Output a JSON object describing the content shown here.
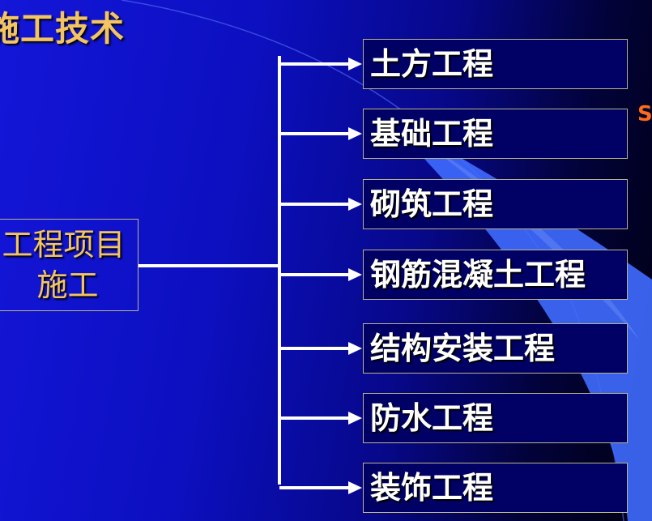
{
  "title": "施工技术",
  "root": {
    "line1": "工程项目",
    "line2": "施工"
  },
  "items": [
    {
      "label": "土方工程"
    },
    {
      "label": "基础工程"
    },
    {
      "label": "砌筑工程"
    },
    {
      "label": "钢筋混凝土工程"
    },
    {
      "label": "结构安装工程"
    },
    {
      "label": "防水工程"
    },
    {
      "label": "装饰工程"
    }
  ],
  "colors": {
    "background": "#1416d8",
    "title": "#f2c463",
    "box_fill": "#000065",
    "box_border": "#b9b58c",
    "connector": "#ffffff",
    "swoosh": "#3f6cff"
  }
}
